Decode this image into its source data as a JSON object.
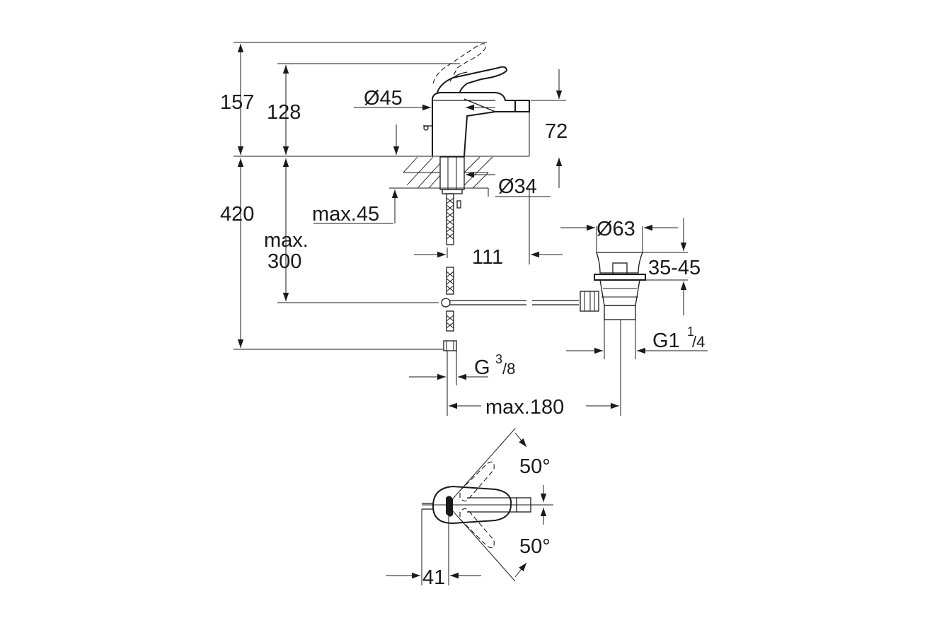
{
  "dimensions": {
    "total_height": "157",
    "body_height": "128",
    "body_diameter": "Ø45",
    "spout_height": "72",
    "hole_diameter": "Ø34",
    "deck_thickness_max": "max.45",
    "total_below": "420",
    "hose_max_a": "max.",
    "hose_max_b": "300",
    "spout_reach": "111",
    "waste_diameter": "Ø63",
    "waste_range": "35-45",
    "waste_thread_main": "G1",
    "waste_thread_num": "1",
    "waste_thread_den": "/4",
    "supply_thread_main": "G",
    "supply_thread_num": "3",
    "supply_thread_den": "/8",
    "waste_offset": "max.180",
    "lever_angle_back": "50°",
    "lever_angle_front": "50°",
    "lever_offset": "41"
  },
  "icons": {
    "arrow": "dimension-arrowhead",
    "hatch": "section-hatch"
  },
  "colors": {
    "ink": "#1a1a1a",
    "paper": "#ffffff"
  }
}
